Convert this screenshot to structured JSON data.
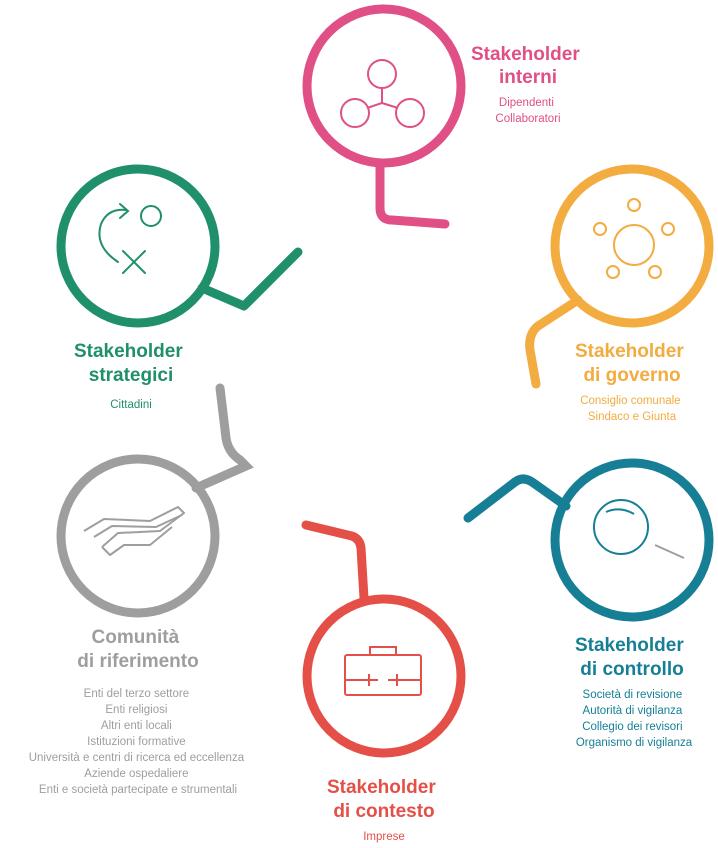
{
  "colors": {
    "interni": "#e04f86",
    "governo": "#f2ac40",
    "controllo": "#167f96",
    "contesto": "#e45048",
    "comunita": "#9e9e9e",
    "strategici": "#1f8f6c"
  },
  "groups": {
    "interni": {
      "title": [
        "Stakeholder",
        "interni"
      ],
      "items": [
        "Dipendenti",
        "Collaboratori"
      ],
      "icon": "network-node-icon"
    },
    "governo": {
      "title": [
        "Stakeholder",
        "di governo"
      ],
      "items": [
        "Consiglio comunale",
        "Sindaco e Giunta"
      ],
      "icon": "council-table-icon"
    },
    "controllo": {
      "title": [
        "Stakeholder",
        "di controllo"
      ],
      "items": [
        "Società di revisione",
        "Autorità di vigilanza",
        "Collegio dei revisori",
        "Organismo di vigilanza"
      ],
      "icon": "magnifier-icon"
    },
    "contesto": {
      "title": [
        "Stakeholder",
        "di contesto"
      ],
      "items": [
        "Imprese"
      ],
      "icon": "briefcase-icon"
    },
    "comunita": {
      "title": [
        "Comunità",
        "di riferimento"
      ],
      "items": [
        "Enti del terzo settore",
        "Enti religiosi",
        "Altri enti locali",
        "Istituzioni formative",
        "Università e centri di ricerca ed eccellenza",
        "Aziende ospedaliere",
        "Enti e società partecipate e strumentali"
      ],
      "icon": "handshake-icon"
    },
    "strategici": {
      "title": [
        "Stakeholder",
        "strategici"
      ],
      "items": [
        "Cittadini"
      ],
      "icon": "strategy-icon"
    }
  }
}
